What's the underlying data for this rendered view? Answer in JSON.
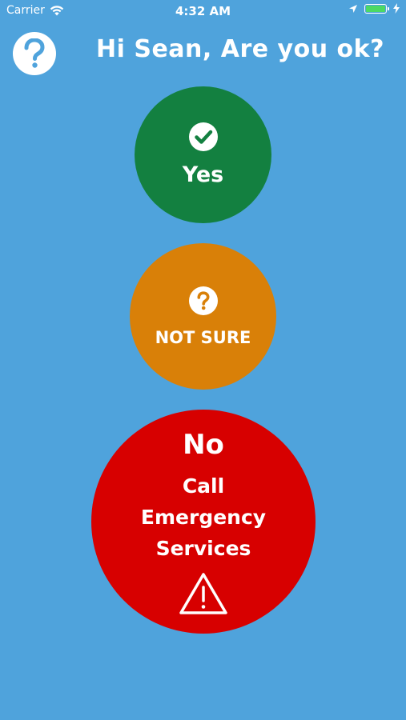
{
  "status_bar": {
    "carrier": "Carrier",
    "time": "4:32 AM",
    "battery_level": 1.0,
    "icons": [
      "wifi-icon",
      "location-arrow-icon",
      "battery-icon",
      "charging-bolt-icon"
    ]
  },
  "header": {
    "title": "Hi Sean, Are you ok?",
    "help_icon": "question-mark-icon"
  },
  "options": {
    "yes": {
      "label": "Yes",
      "icon": "check-circle-icon",
      "color": "#138040"
    },
    "not_sure": {
      "label": "NOT SURE",
      "icon": "question-circle-icon",
      "color": "#d98008"
    },
    "no": {
      "label": "No",
      "sublabel_line1": "Call",
      "sublabel_line2": "Emergency",
      "sublabel_line3": "Services",
      "icon": "warning-triangle-icon",
      "color": "#d70000"
    }
  },
  "theme": {
    "background": "#4fa3dc"
  }
}
